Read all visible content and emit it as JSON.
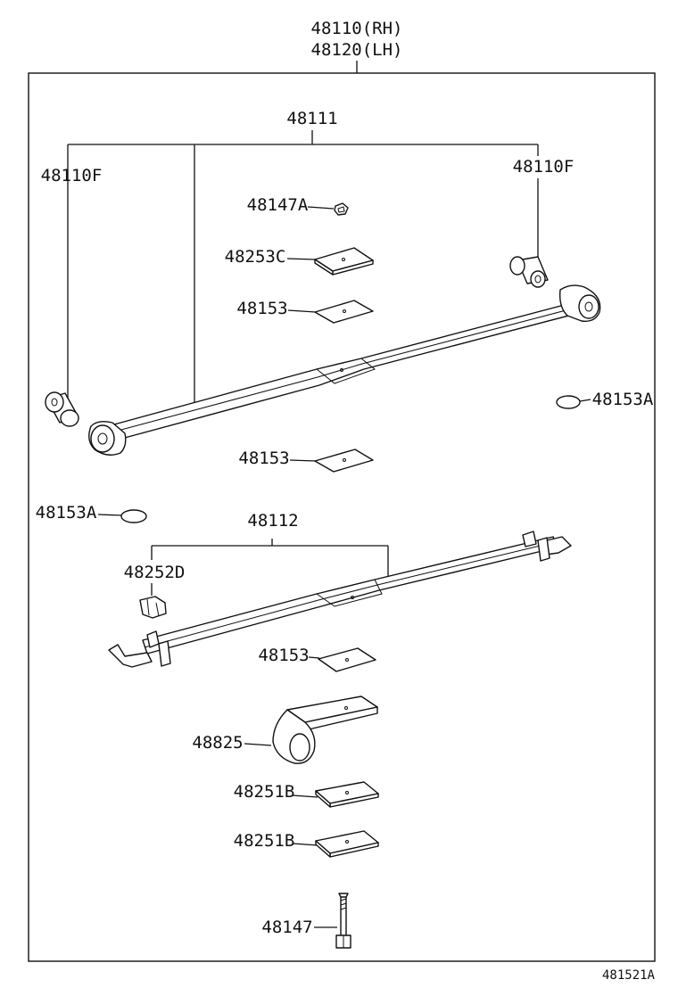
{
  "header": {
    "assembly_rh": "48110(RH)",
    "assembly_lh": "48120(LH)"
  },
  "labels": {
    "p48111": "48111",
    "p48110F_left": "48110F",
    "p48110F_right": "48110F",
    "p48147A": "48147A",
    "p48253C": "48253C",
    "p48153_a": "48153",
    "p48153A_right": "48153A",
    "p48153_b": "48153",
    "p48153A_left": "48153A",
    "p48112": "48112",
    "p48252D": "48252D",
    "p48153_c": "48153",
    "p48825": "48825",
    "p48251B_a": "48251B",
    "p48251B_b": "48251B",
    "p48147": "48147"
  },
  "footer": {
    "diagram_code": "481521A"
  }
}
